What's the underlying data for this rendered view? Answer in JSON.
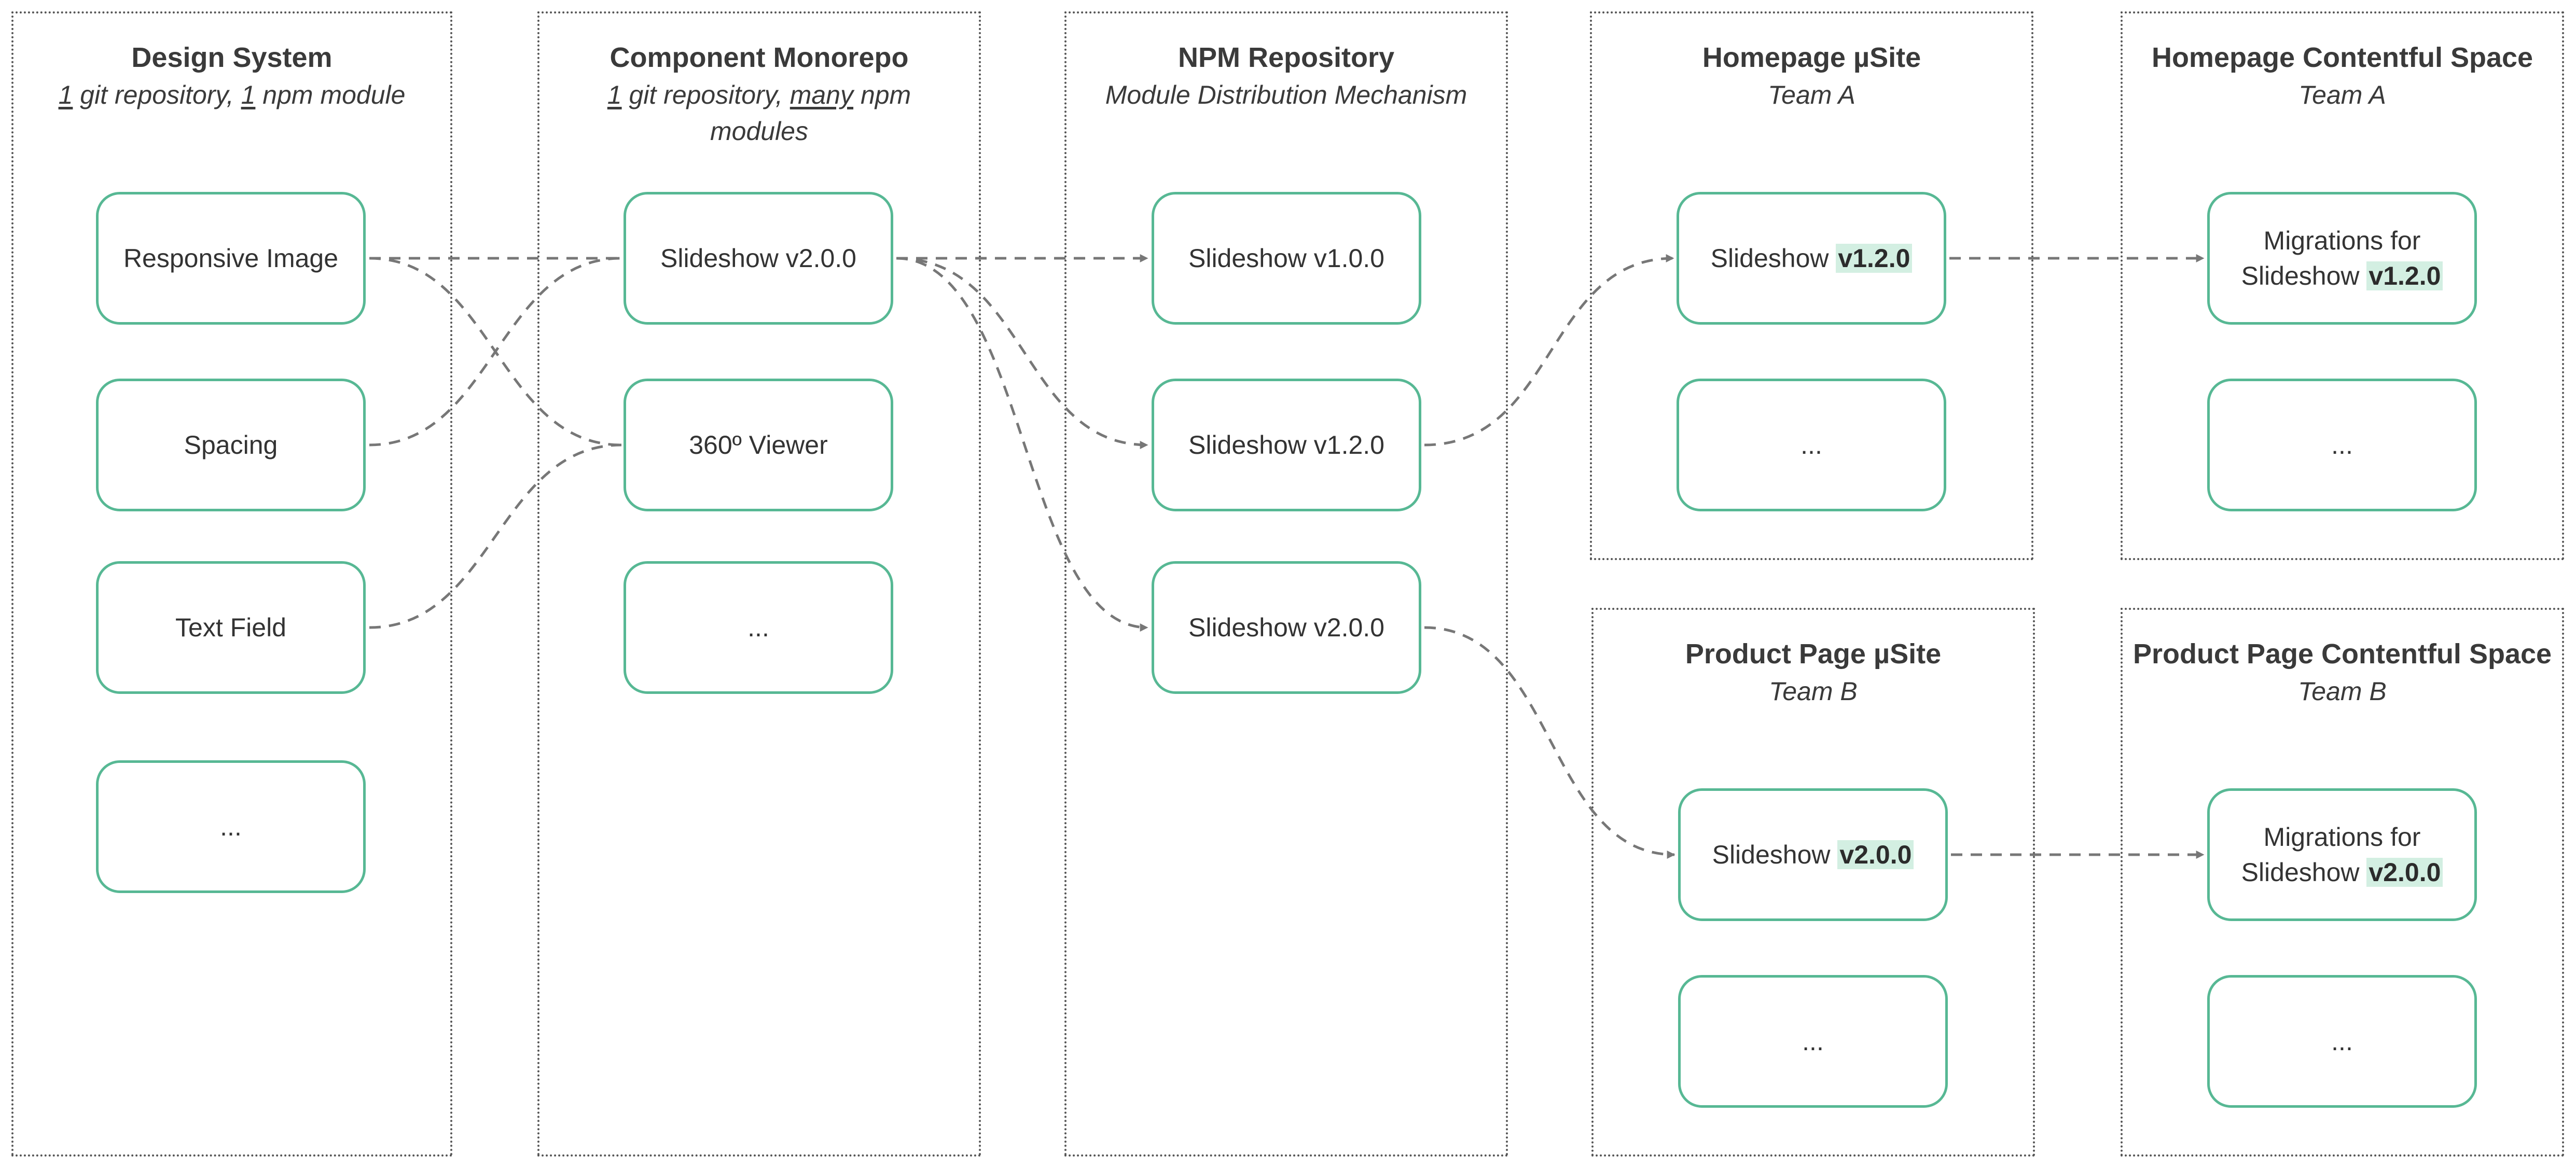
{
  "columns": {
    "design_system": {
      "title": "Design System",
      "subtitle": {
        "n1": "1",
        "t1": " git repository, ",
        "n2": "1",
        "t2": " npm module"
      },
      "nodes": [
        "Responsive Image",
        "Spacing",
        "Text Field",
        "..."
      ]
    },
    "component_monorepo": {
      "title": "Component Monorepo",
      "subtitle": {
        "n1": "1",
        "t1": " git repository, ",
        "n2": "many",
        "t2": " npm modules"
      },
      "nodes": [
        "Slideshow v2.0.0",
        "360º Viewer",
        "..."
      ]
    },
    "npm_repository": {
      "title": "NPM Repository",
      "subtitle": "Module Distribution Mechanism",
      "nodes": [
        "Slideshow v1.0.0",
        "Slideshow v1.2.0",
        "Slideshow v2.0.0"
      ]
    },
    "homepage_usite": {
      "title": "Homepage µSite",
      "subtitle": "Team A",
      "slideshow": {
        "prefix": "Slideshow ",
        "version": "v1.2.0"
      },
      "more": "..."
    },
    "homepage_contentful": {
      "title": "Homepage Contentful Space",
      "subtitle": "Team A",
      "migration": {
        "line1": "Migrations for",
        "prefix": "Slideshow ",
        "version": "v1.2.0"
      },
      "more": "..."
    },
    "product_usite": {
      "title": "Product Page µSite",
      "subtitle": "Team B",
      "slideshow": {
        "prefix": "Slideshow ",
        "version": "v2.0.0"
      },
      "more": "..."
    },
    "product_contentful": {
      "title": "Product Page Contentful Space",
      "subtitle": "Team B",
      "migration": {
        "line1": "Migrations for",
        "prefix": "Slideshow ",
        "version": "v2.0.0"
      },
      "more": "..."
    }
  },
  "colors": {
    "node_border": "#57b894",
    "version_highlight": "#d3efe2",
    "edge": "#777777",
    "panel_border": "#555555"
  }
}
